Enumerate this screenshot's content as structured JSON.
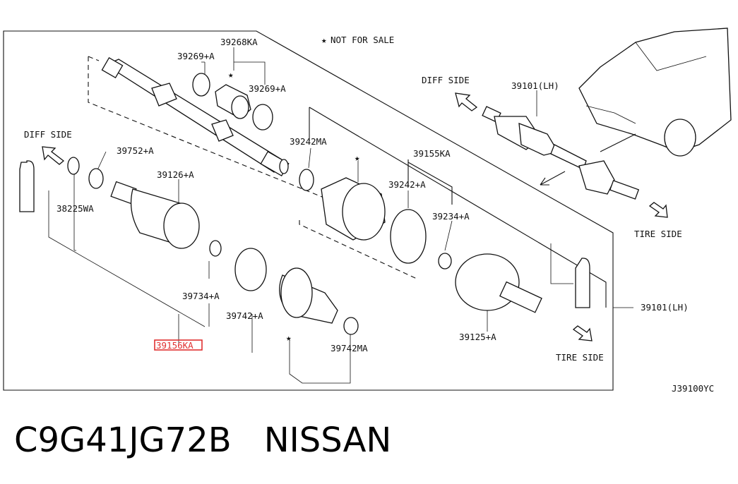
{
  "legend": {
    "text": "NOT FOR SALE",
    "mark": "★"
  },
  "directions": {
    "diff_side_left": "DIFF SIDE",
    "diff_side_right": "DIFF SIDE",
    "tire_side_bottom": "TIRE SIDE",
    "tire_side_right": "TIRE SIDE"
  },
  "part_labels": {
    "p39268KA": "39268KA",
    "p39269A_top": "39269+A",
    "p39269A_mid": "39269+A",
    "p39752A": "39752+A",
    "p39126A": "39126+A",
    "p38225WA": "38225WA",
    "p39242MA": "39242MA",
    "p39155KA": "39155KA",
    "p39242A": "39242+A",
    "p39234A": "39234+A",
    "p39734A": "39734+A",
    "p39742A": "39742+A",
    "p39742MA": "39742MA",
    "p39125A": "39125+A",
    "p39156KA": "39156KA",
    "p39101LH_top": "39101(LH)",
    "p39101LH_right": "39101(LH)"
  },
  "highlight_color": "#e03030",
  "diagram_code": "J39100YC",
  "caption": {
    "part_number": "C9G41JG72B",
    "brand": "NISSAN"
  }
}
